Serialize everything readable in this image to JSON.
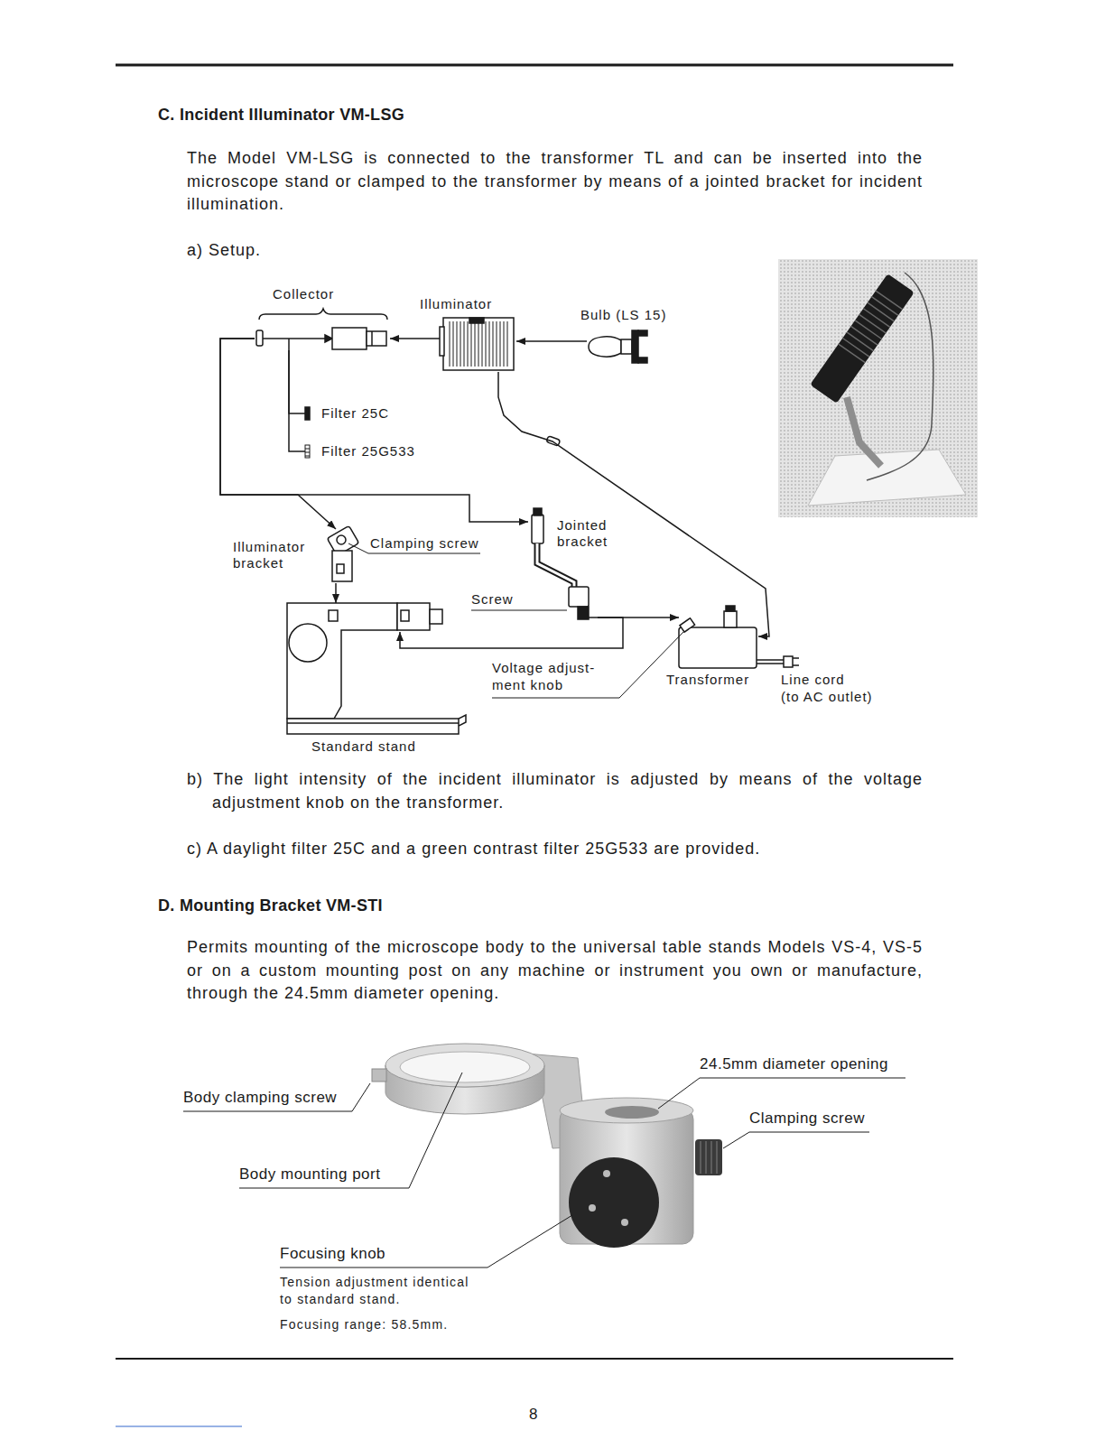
{
  "diagram": {
    "nodes": [
      {
        "text": [
          "Collector"
        ]
      },
      {
        "text": [
          "Illuminator"
        ]
      },
      {
        "text": [
          "Bulb (LS 15)"
        ]
      },
      {
        "text": [
          "Filter 25C"
        ]
      },
      {
        "text": [
          "Filter 25G533"
        ]
      },
      {
        "text": [
          "Illuminator bracket"
        ]
      },
      {
        "text": [
          "Jointed bracket"
        ]
      },
      {
        "text": [
          "Standard stand"
        ]
      },
      {
        "text": [
          "Transformer"
        ]
      }
    ],
    "edges": [
      {
        "from": 2,
        "to": 1,
        "arrow": "to"
      },
      {
        "from": 1,
        "to": 0,
        "arrow": "to"
      },
      {
        "from": 3,
        "to": 0,
        "arrow": "none"
      },
      {
        "from": 4,
        "to": 0,
        "arrow": "none"
      },
      {
        "from": 0,
        "to": 5,
        "arrow": "to"
      },
      {
        "from": 0,
        "to": 6,
        "arrow": "to"
      },
      {
        "from": 5,
        "to": 7,
        "arrow": "to"
      },
      {
        "from": 6,
        "to": 8,
        "arrow": "to"
      },
      {
        "from": 6,
        "to": 7,
        "arrow": "to"
      },
      {
        "from": 1,
        "to": 8,
        "arrow": "to"
      }
    ],
    "labels": [
      "C. Incident Illuminator VM-LSG",
      "The Model VM-LSG is connected to the transformer TL and can be inserted into the microscope stand or clamped to the transformer by means of a jointed bracket for incident illumination.",
      "a) Setup.",
      "Clamping screw",
      "Screw",
      "Voltage adjust- ment knob",
      "Line cord",
      "(to AC outlet)",
      "b) The light intensity of the incident illuminator is adjusted by means of the voltage adjustment knob on the transformer.",
      "c) A daylight filter 25C and a green contrast filter 25G533 are provided.",
      "D. Mounting Bracket VM-STI",
      "Permits mounting of the microscope body to the universal table stands Models VS-4, VS-5 or on a custom mounting post on any machine or instrument you own or manufacture, through the 24.5mm diameter opening.",
      "24.5mm diameter opening",
      "Body clamping screw",
      "Clamping screw",
      "Body mounting port",
      "Focusing knob",
      "Tension adjustment identical to standard stand.",
      "Focusing range: 58.5mm.",
      "8"
    ]
  }
}
